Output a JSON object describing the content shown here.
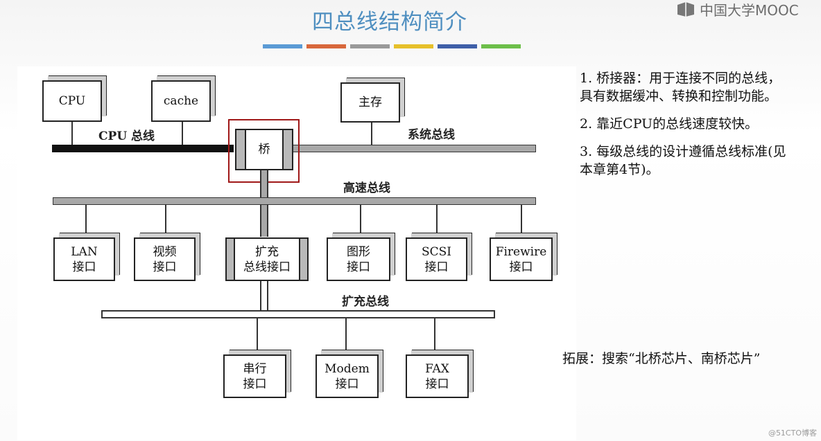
{
  "title": "四总线结构简介",
  "logo_text": "中国大学MOOC",
  "accent_bars": [
    "#5b9bd5",
    "#d8683c",
    "#9a9a9a",
    "#e6c02a",
    "#3f5fa8",
    "#6dbf4a"
  ],
  "diagram": {
    "buses": {
      "cpu_bus": "CPU 总线",
      "system_bus": "系统总线",
      "high_speed_bus": "高速总线",
      "expansion_bus": "扩充总线"
    },
    "nodes": {
      "cpu": "CPU",
      "cache": "cache",
      "main_memory": "主存",
      "bridge": "桥",
      "lan": "LAN\n接口",
      "video": "视频\n接口",
      "expansion_interface": "扩充\n总线接口",
      "graphics": "图形\n接口",
      "scsi": "SCSI\n接口",
      "firewire": "Firewire\n接口",
      "serial": "串行\n接口",
      "modem": "Modem\n接口",
      "fax": "FAX\n接口"
    }
  },
  "notes": [
    "1. 桥接器：用于连接不同的总线，具有数据缓冲、转换和控制功能。",
    "2. 靠近CPU的总线速度较快。",
    "3. 每级总线的设计遵循总线标准(见本章第4节)。"
  ],
  "extension_note": "拓展：搜索“北桥芯片、南桥芯片”",
  "watermark": "@51CTO博客",
  "colors": {
    "title": "#4f8fc0",
    "highlight": "#a01818",
    "bus_gray": "#a8a8a8"
  }
}
